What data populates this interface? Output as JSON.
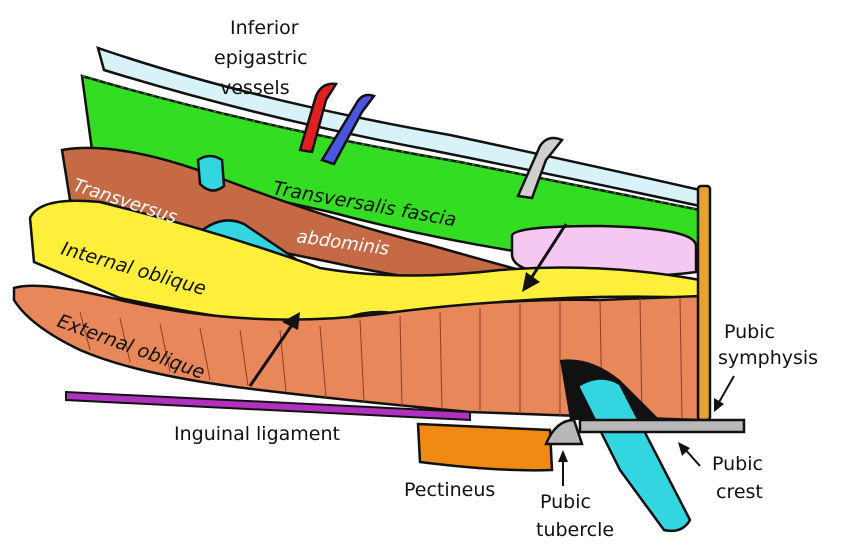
{
  "diagram": {
    "labels": {
      "inferior_epigastric": [
        "Inferior",
        "epigastric",
        "vessels"
      ],
      "transversalis_fascia": "Transversalis fascia",
      "transversus": "Transversus",
      "abdominis": "abdominis",
      "internal_oblique": "Internal oblique",
      "external_oblique": "External oblique",
      "pubic_symphysis": [
        "Pubic",
        "symphysis"
      ],
      "inguinal_ligament": "Inguinal ligament",
      "pectineus": "Pectineus",
      "pubic_tubercle": [
        "Pubic",
        "tubercle"
      ],
      "pubic_crest": [
        "Pubic",
        "crest"
      ]
    },
    "colors": {
      "outline": "#111111",
      "peritoneum": "#d8f3f7",
      "transversalis": "#33dd22",
      "transversus": "#c56a45",
      "internal_oblique": "#ffef3a",
      "external_oblique": "#e8875a",
      "artery": "#e02020",
      "vein": "#4a55e0",
      "cord": "#33d6e0",
      "ligament": "#b030c0",
      "pectineus": "#f08a12",
      "symphysis": "#e8a030",
      "bone": "#b8b8b8",
      "ring": "#f4c8f0"
    }
  }
}
